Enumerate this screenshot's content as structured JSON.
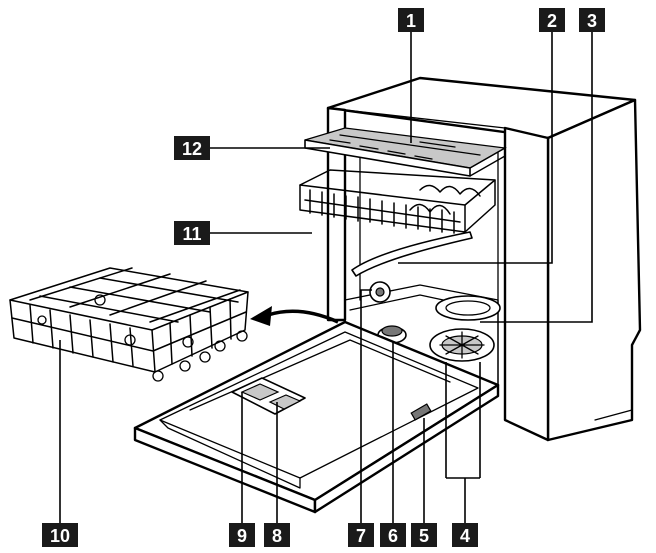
{
  "callouts": [
    {
      "label": "1"
    },
    {
      "label": "2"
    },
    {
      "label": "3"
    },
    {
      "label": "4"
    },
    {
      "label": "5"
    },
    {
      "label": "6"
    },
    {
      "label": "7"
    },
    {
      "label": "8"
    },
    {
      "label": "9"
    },
    {
      "label": "10"
    },
    {
      "label": "11"
    },
    {
      "label": "12"
    }
  ],
  "colors": {
    "callout_fill": "#1a1a1a",
    "callout_text": "#ffffff",
    "line": "#000000",
    "shading": "#c8c8c8"
  }
}
